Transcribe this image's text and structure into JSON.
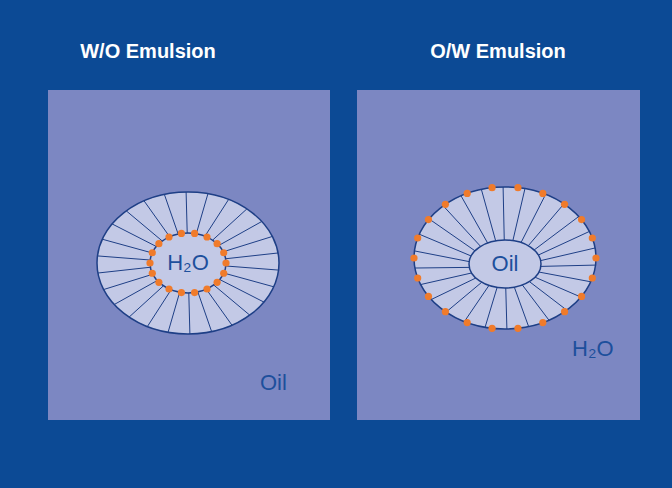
{
  "diagram": {
    "nodes": [
      {
        "text": [
          "W/O Emulsion",
          "Oil"
        ]
      },
      {
        "text": [
          "H₂O"
        ],
        "in": 0
      },
      {
        "text": [
          "O/W Emulsion",
          "H₂O"
        ]
      },
      {
        "text": [
          "Oil"
        ],
        "in": 2
      }
    ]
  }
}
